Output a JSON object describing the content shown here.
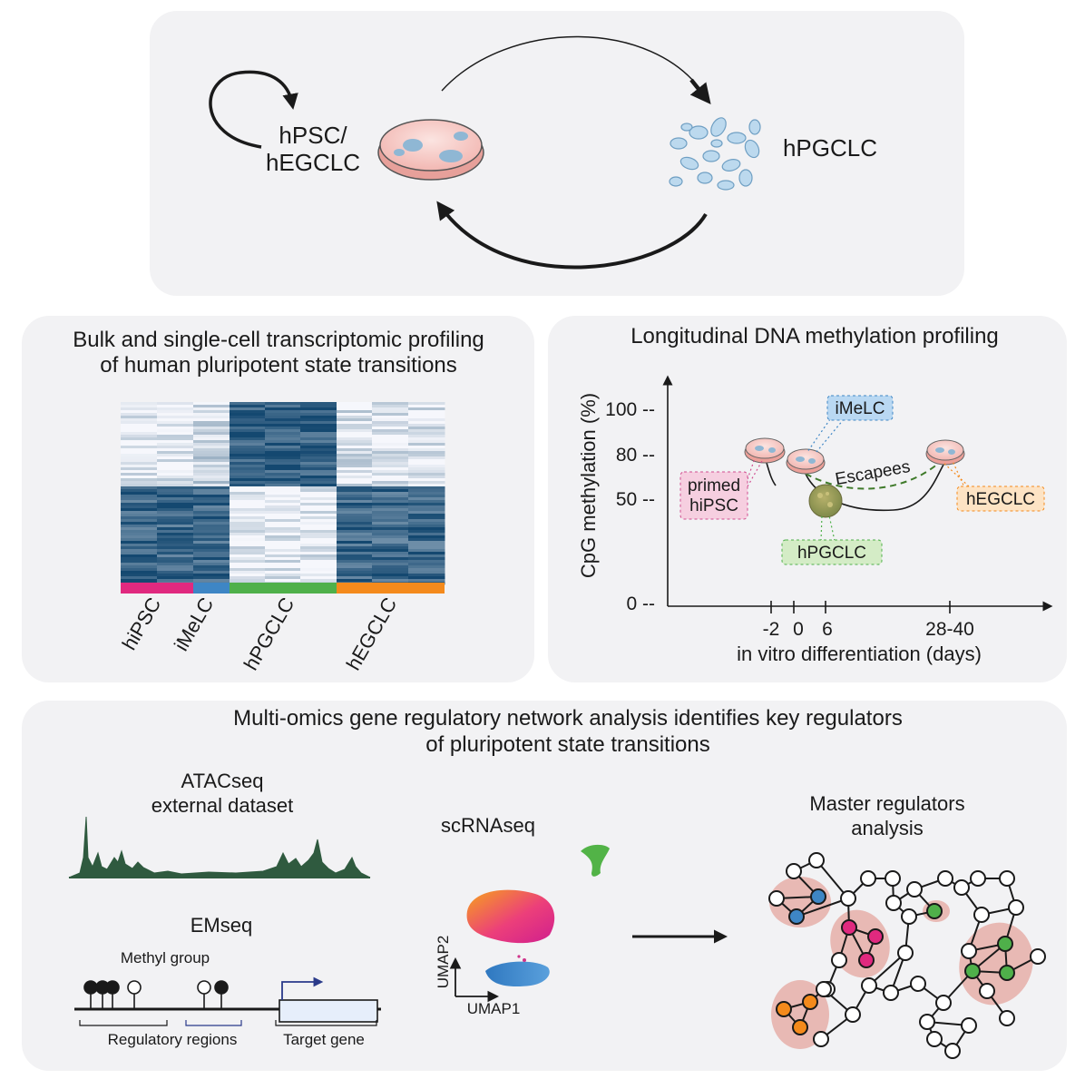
{
  "cycle": {
    "source_label_line1": "hPSC/",
    "source_label_line2": "hEGCLC",
    "target_label": "hPGCLC"
  },
  "transcriptomics": {
    "title_line1": "Bulk and single-cell transcriptomic profiling",
    "title_line2": "of human pluripotent state transitions",
    "groups": [
      {
        "label": "hiPSC",
        "color": "#e0297f"
      },
      {
        "label": "iMeLC",
        "color": "#3e86c5"
      },
      {
        "label": "hPGCLC",
        "color": "#4fb04a"
      },
      {
        "label": "hEGCLC",
        "color": "#f48a1c"
      }
    ]
  },
  "methylation": {
    "title": "Longitudinal DNA methylation profiling",
    "ylabel": "CpG methylation (%)",
    "xlabel": "in vitro differentiation (days)",
    "yticks": [
      "100 --",
      "80 --",
      "50 --",
      "0 --"
    ],
    "xticks": [
      "-2",
      "0",
      "6",
      "28-40"
    ],
    "callouts": {
      "primed_line1": "primed",
      "primed_line2": "hiPSC",
      "imelc": "iMeLC",
      "hpgclc": "hPGCLC",
      "hegclc": "hEGCLC",
      "escapees": "Escapees"
    },
    "colors": {
      "primed": "#f6cfe0",
      "imelc": "#b9d8f2",
      "hpgclc": "#d4ecc6",
      "hegclc": "#fde3c4",
      "escapees": "#3f7a2a"
    }
  },
  "multiomics": {
    "title_line1": "Multi-omics gene regulatory network analysis identifies key regulators",
    "title_line2": "of pluripotent state transitions",
    "atac_line1": "ATACseq",
    "atac_line2": "external dataset",
    "emseq": "EMseq",
    "methyl_group": "Methyl group",
    "regulatory_regions": "Regulatory regions",
    "target_gene": "Target gene",
    "scrnaseq": "scRNAseq",
    "umap1": "UMAP1",
    "umap2": "UMAP2",
    "master_line1": "Master regulators",
    "master_line2": "analysis"
  }
}
